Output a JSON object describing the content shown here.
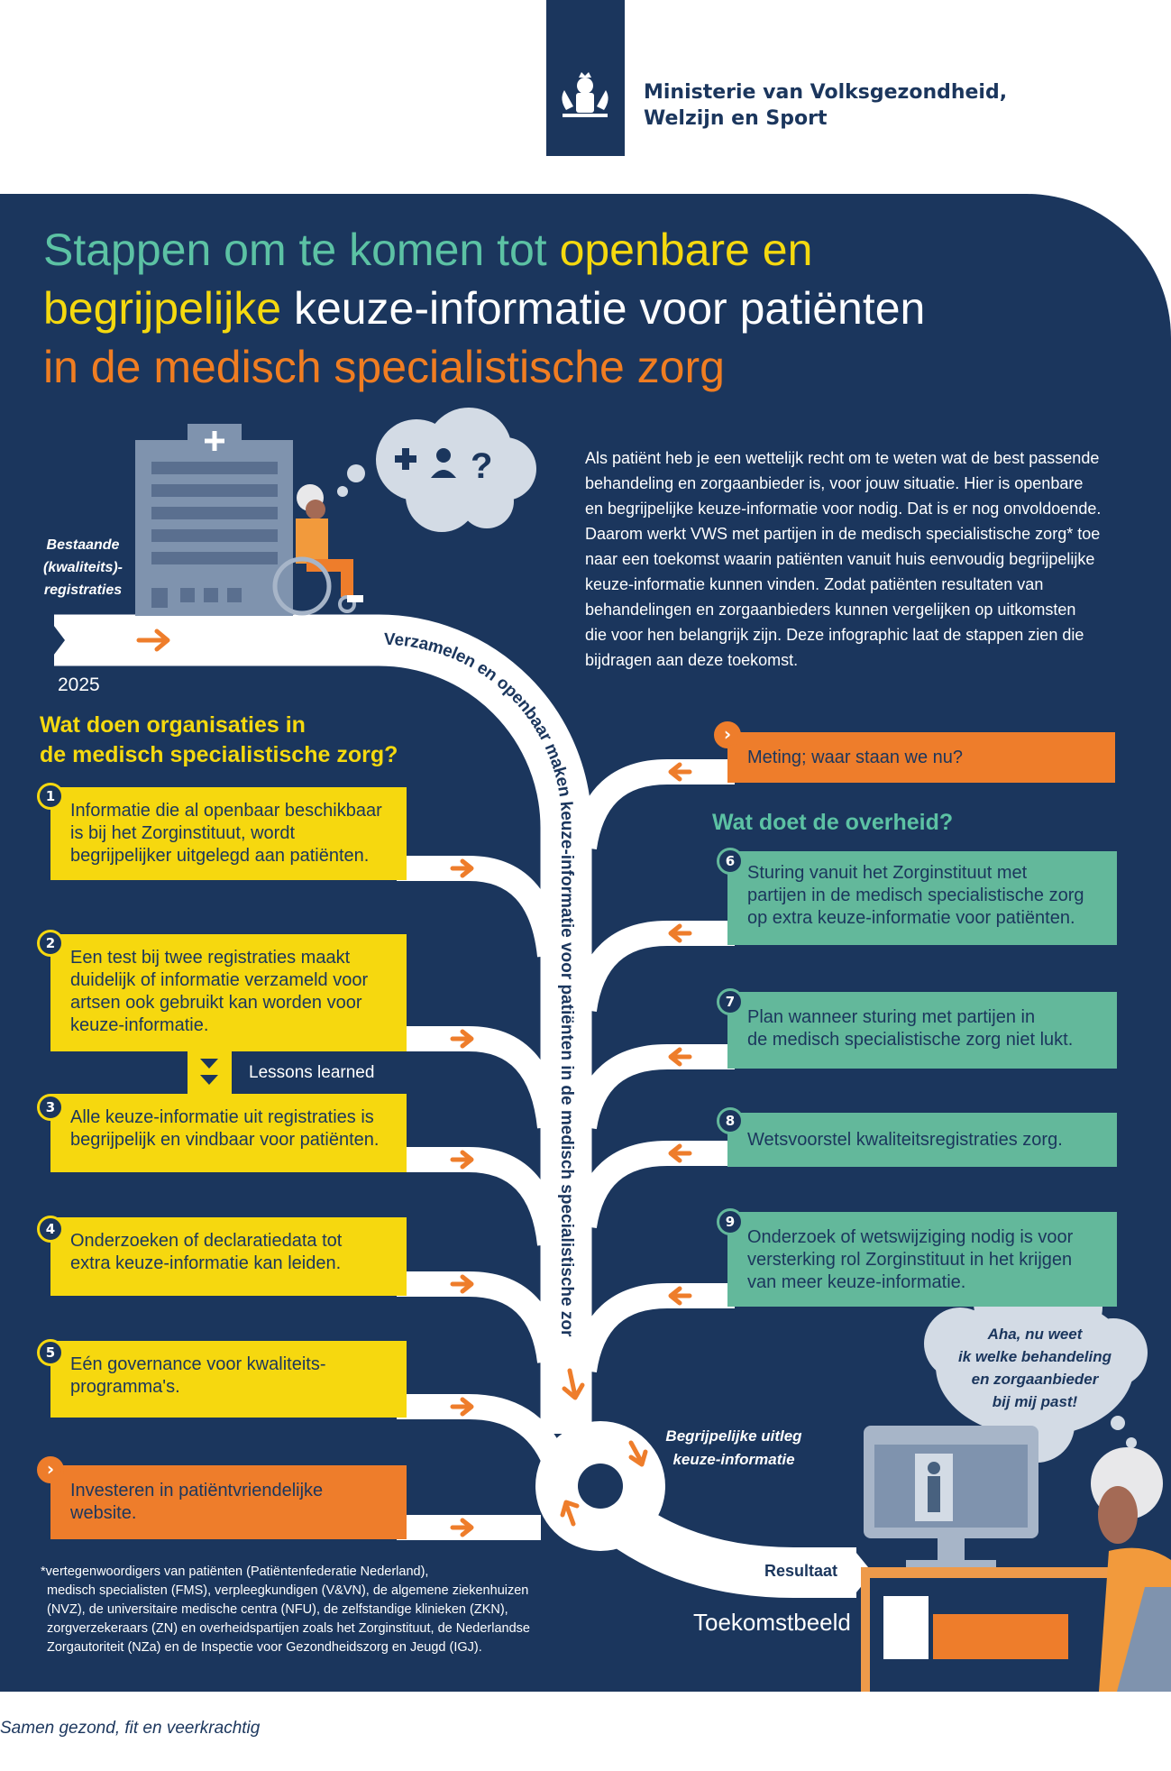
{
  "header": {
    "ministry_line1": "Ministerie van Volksgezondheid,",
    "ministry_line2": "Welzijn en Sport"
  },
  "title": {
    "part1": "Stappen om te komen tot ",
    "part2": "openbare en",
    "part3": "begrijpelijke",
    "part4": " keuze-informatie voor patiënten",
    "part5": "in de medisch specialistische zorg"
  },
  "intro": [
    "Als patiënt heb je een wettelijk recht om te weten wat de best passende",
    "behandeling en zorgaanbieder is, voor jouw situatie. Hier is openbare",
    "en begrijpelijke keuze-informatie voor nodig. Dat is er nog onvoldoende.",
    "Daarom werkt VWS met partijen in de medisch specialistische zorg* toe",
    "naar een toekomst waarin patiënten vanuit huis eenvoudig begrijpelijke",
    "keuze-informatie kunnen vinden. Zodat patiënten resultaten van",
    "behandelingen en zorgaanbieders kunnen vergelijken op uitkomsten",
    "die voor hen belangrijk zijn. Deze infographic laat de stappen zien die",
    "bijdragen aan deze toekomst."
  ],
  "start": {
    "label_line1": "Bestaande",
    "label_line2": "(kwaliteits)-",
    "label_line3": "registraties",
    "year": "2025"
  },
  "road_label": "Verzamelen en openbaar maken keuze-informatie voor patiënten in de medisch specialistische zorg",
  "organisations": {
    "heading_line1": "Wat doen organisaties in",
    "heading_line2": "de medisch specialistische zorg?",
    "steps": [
      {
        "num": "1",
        "text": [
          "Informatie die al openbaar beschikbaar",
          "is bij het Zorginstituut, wordt",
          "begrijpelijker uitgelegd aan patiënten."
        ]
      },
      {
        "num": "2",
        "text": [
          "Een test bij twee registraties maakt",
          "duidelijk of informatie verzameld voor",
          "artsen ook gebruikt kan worden voor",
          "keuze-informatie."
        ]
      },
      {
        "num": "3",
        "text": [
          "Alle keuze-informatie uit registraties is",
          "begrijpelijk en vindbaar voor patiënten."
        ]
      },
      {
        "num": "4",
        "text": [
          "Onderzoeken of declaratiedata tot",
          "extra keuze-informatie kan leiden."
        ]
      },
      {
        "num": "5",
        "text": [
          "Eén governance voor kwaliteits-",
          "programma's."
        ]
      },
      {
        "num": "›",
        "text": [
          "Investeren in patiëntvriendelijke",
          "website."
        ]
      }
    ],
    "lessons_learned": "Lessons learned"
  },
  "government": {
    "measurement": "Meting; waar staan we nu?",
    "heading": "Wat doet de overheid?",
    "steps": [
      {
        "num": "6",
        "text": [
          "Sturing vanuit het Zorginstituut met",
          "partijen in de medisch specialistische zorg",
          "op extra keuze-informatie voor patiënten."
        ]
      },
      {
        "num": "7",
        "text": [
          "Plan wanneer sturing met partijen in",
          "de medisch specialistische zorg niet lukt."
        ]
      },
      {
        "num": "8",
        "text": [
          "Wetsvoorstel kwaliteitsregistraties zorg."
        ]
      },
      {
        "num": "9",
        "text": [
          "Onderzoek of wetswijziging nodig is voor",
          "versterking rol Zorginstituut in het krijgen",
          "van meer keuze-informatie."
        ]
      }
    ]
  },
  "roundabout": {
    "line1": "Begrijpelijke uitleg",
    "line2": "keuze-informatie"
  },
  "result": "Resultaat",
  "future": "Toekomstbeeld",
  "thought": [
    "Aha, nu weet",
    "ik welke behandeling",
    "en zorgaanbieder",
    "bij mij past!"
  ],
  "footnote": [
    "*vertegenwoordigers van patiënten (Patiëntenfederatie Nederland),",
    " medisch specialisten (FMS), verpleegkundigen (V&VN), de algemene ziekenhuizen",
    " (NVZ), de universitaire medische centra (NFU), de zelfstandige klinieken (ZKN),",
    " zorgverzekeraars (ZN) en overheidspartijen zoals het Zorginstituut, de Nederlandse",
    " Zorgautoriteit (NZa) en de Inspectie voor Gezondheidszorg en Jeugd (IGJ)."
  ],
  "footer": "Samen gezond, fit en veerkrachtig",
  "colors": {
    "navy": "#1b365d",
    "yellow": "#f6d80f",
    "green": "#63b89b",
    "orange": "#ee7d2b",
    "teal": "#5cc2a4"
  }
}
